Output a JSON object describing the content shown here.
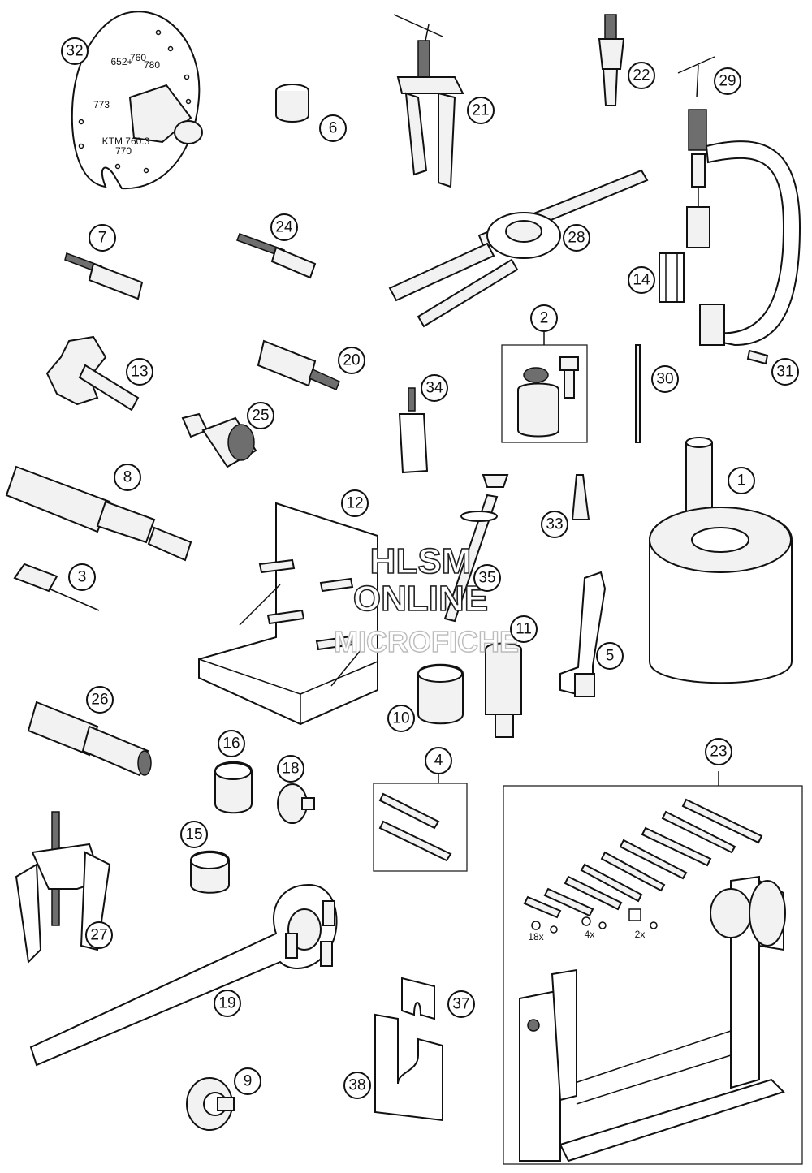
{
  "watermark": {
    "line1": "HLSM",
    "line2": "ONLINE",
    "line3": "MICROFICHE"
  },
  "callouts": [
    {
      "id": "c1",
      "label": "1"
    },
    {
      "id": "c2",
      "label": "2"
    },
    {
      "id": "c3",
      "label": "3"
    },
    {
      "id": "c4",
      "label": "4"
    },
    {
      "id": "c5",
      "label": "5"
    },
    {
      "id": "c6",
      "label": "6"
    },
    {
      "id": "c7",
      "label": "7"
    },
    {
      "id": "c8",
      "label": "8"
    },
    {
      "id": "c9",
      "label": "9"
    },
    {
      "id": "c10",
      "label": "10"
    },
    {
      "id": "c11",
      "label": "11"
    },
    {
      "id": "c12",
      "label": "12"
    },
    {
      "id": "c13",
      "label": "13"
    },
    {
      "id": "c14",
      "label": "14"
    },
    {
      "id": "c15",
      "label": "15"
    },
    {
      "id": "c16",
      "label": "16"
    },
    {
      "id": "c18",
      "label": "18"
    },
    {
      "id": "c19",
      "label": "19"
    },
    {
      "id": "c20",
      "label": "20"
    },
    {
      "id": "c21",
      "label": "21"
    },
    {
      "id": "c22",
      "label": "22"
    },
    {
      "id": "c23",
      "label": "23"
    },
    {
      "id": "c24",
      "label": "24"
    },
    {
      "id": "c25",
      "label": "25"
    },
    {
      "id": "c26",
      "label": "26"
    },
    {
      "id": "c27",
      "label": "27"
    },
    {
      "id": "c28",
      "label": "28"
    },
    {
      "id": "c29",
      "label": "29"
    },
    {
      "id": "c30",
      "label": "30"
    },
    {
      "id": "c31",
      "label": "31"
    },
    {
      "id": "c32",
      "label": "32"
    },
    {
      "id": "c33",
      "label": "33"
    },
    {
      "id": "c34",
      "label": "34"
    },
    {
      "id": "c35",
      "label": "35"
    },
    {
      "id": "c37",
      "label": "37"
    },
    {
      "id": "c38",
      "label": "38"
    }
  ],
  "quantities": {
    "q18": "18x",
    "q4": "4x",
    "q2": "2x"
  },
  "plate_marks": {
    "m1": "652+",
    "m2": "760",
    "m3": "780",
    "m4": "773",
    "m5": "KTM 760.3",
    "m6": "770"
  }
}
